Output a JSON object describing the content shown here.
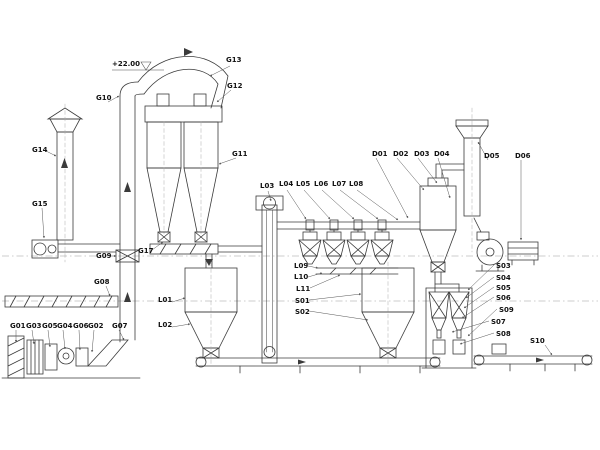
{
  "colors": {
    "background": "#ffffff",
    "line": "#3b3b3b",
    "centerline": "#9a9a9a",
    "label": "#111111"
  },
  "elevation_marker": "+22.00",
  "callouts": {
    "g01": "G01",
    "g02": "G02",
    "g03": "G03",
    "g04": "G04",
    "g05": "G05",
    "g06": "G06",
    "g07": "G07",
    "g08": "G08",
    "g09": "G09",
    "g10": "G10",
    "g11": "G11",
    "g12": "G12",
    "g13": "G13",
    "g14": "G14",
    "g15": "G15",
    "g17": "G17",
    "l01": "L01",
    "l02": "L02",
    "l03": "L03",
    "l04": "L04",
    "l05": "L05",
    "l06": "L06",
    "l07": "L07",
    "l08": "L08",
    "l09": "L09",
    "l10": "L10",
    "l11": "L11",
    "s01": "S01",
    "s02": "S02",
    "s03": "S03",
    "s04": "S04",
    "s05": "S05",
    "s06": "S06",
    "s07": "S07",
    "s08": "S08",
    "s09": "S09",
    "s10": "S10",
    "d01": "D01",
    "d02": "D02",
    "d03": "D03",
    "d04": "D04",
    "d05": "D05",
    "d06": "D06"
  }
}
